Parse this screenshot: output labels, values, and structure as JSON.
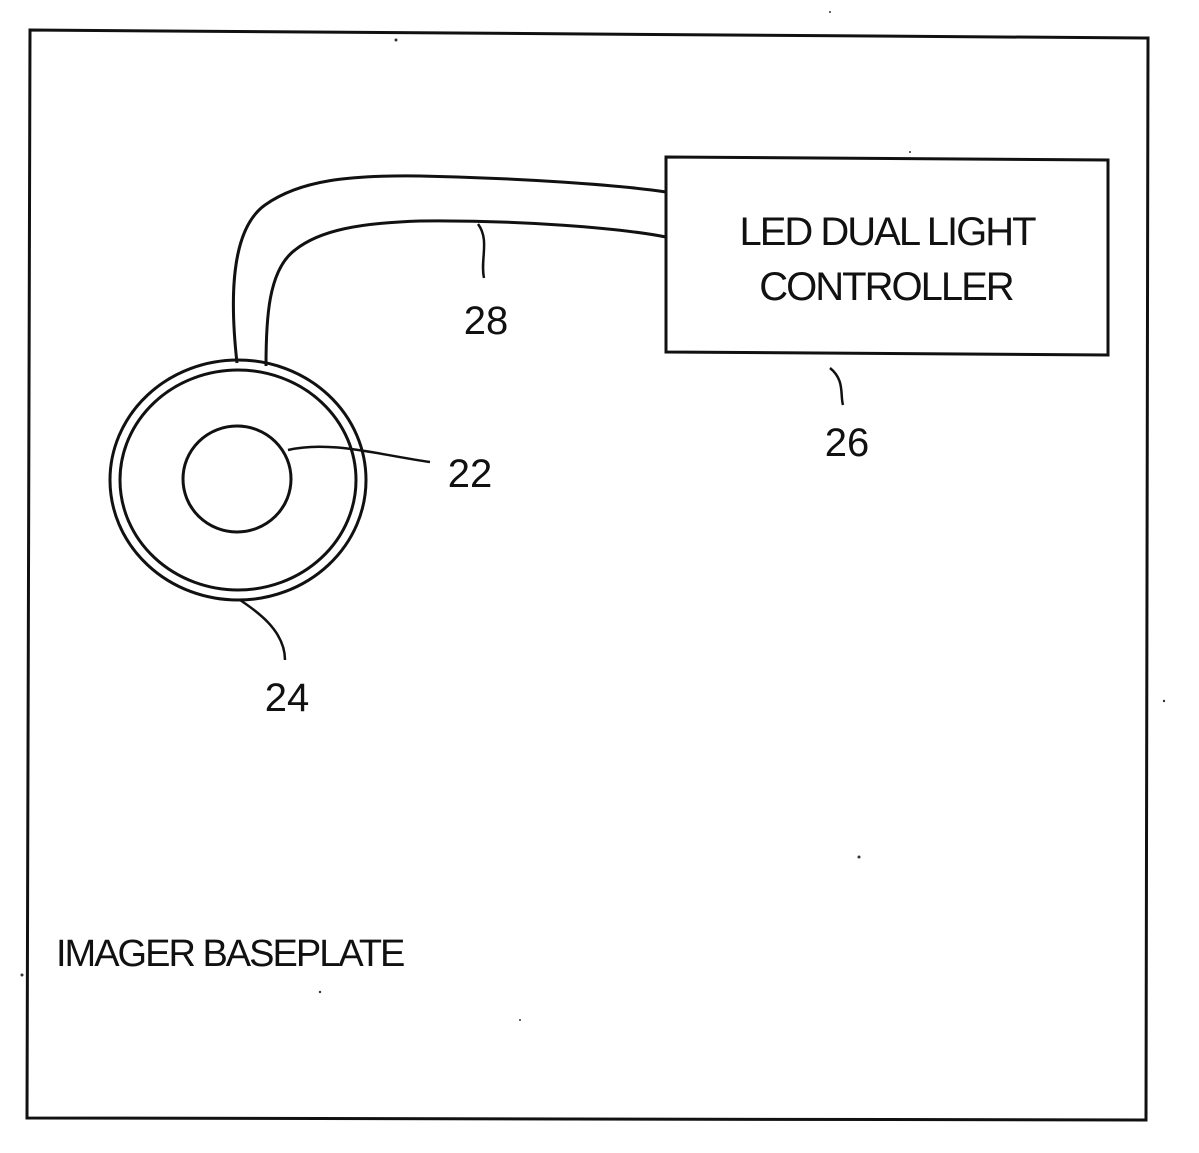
{
  "figure": {
    "baseplate_label": "IMAGER BASEPLATE",
    "controller": {
      "line1": "LED DUAL LIGHT",
      "line2": "CONTROLLER"
    },
    "references": {
      "light_source": "22",
      "ring": "24",
      "controller": "26",
      "cable": "28"
    },
    "colors": {
      "ink": "#111111",
      "background": "#ffffff"
    }
  }
}
